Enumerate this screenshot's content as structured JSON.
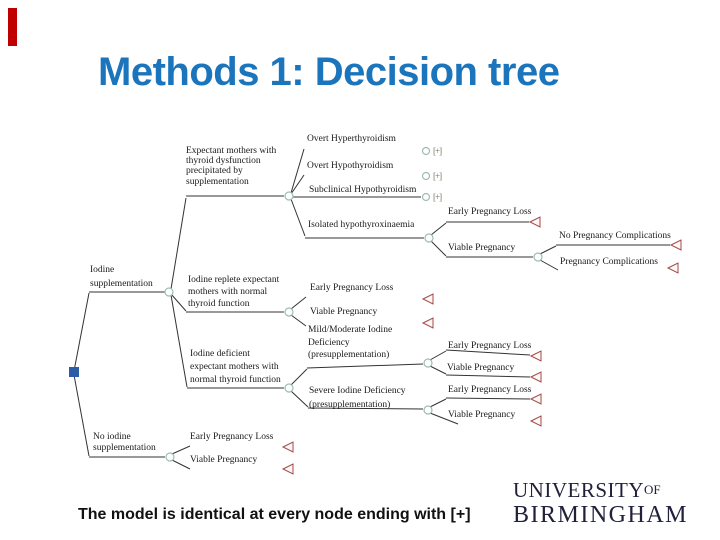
{
  "slide": {
    "title": "Methods 1: Decision tree",
    "footnote": "The model is identical at every node ending with [+]",
    "accent_color": "#C00000",
    "title_color": "#1B75BC"
  },
  "logo": {
    "university": "UNIVERSITY",
    "of": "OF",
    "birmingham": "BIRMINGHAM"
  },
  "tree": {
    "clone_marker": "[+]",
    "node_colors": {
      "chance_node_stroke": "#9FBCB4",
      "terminal_triangle_stroke": "#A04848",
      "decision_node_fill": "#2A5CAA",
      "branch_line": "#333333"
    },
    "labels": {
      "iodine_supplementation": "Iodine\nsupplementation",
      "no_iodine_supplementation": "No iodine\nsupplementation",
      "expectant_mothers_dysfunction": "Expectant mothers with\nthyroid dysfunction\nprecipitated by\nsupplementation",
      "iodine_replete": "Iodine replete expectant\nmothers with normal\nthyroid function",
      "iodine_deficient": "Iodine deficient\nexpectant mothers with\nnormal thyroid function",
      "overt_hyperthyroidism": "Overt Hyperthyroidism",
      "overt_hypothyroidism": "Overt Hypothyroidism",
      "subclinical_hypothyroidism": "Subclinical Hypothyroidism",
      "isolated_hypothyroxinaemia": "Isolated hypothyroxinaemia",
      "early_pregnancy_loss": "Early Pregnancy Loss",
      "viable_pregnancy": "Viable Pregnancy",
      "no_pregnancy_complications": "No Pregnancy Complications",
      "pregnancy_complications": "Pregnancy Complications",
      "mild_moderate_deficiency": "Mild/Moderate Iodine\nDeficiency\n(presupplementation)",
      "severe_deficiency": "Severe Iodine Deficiency\n(presupplementation)"
    }
  }
}
